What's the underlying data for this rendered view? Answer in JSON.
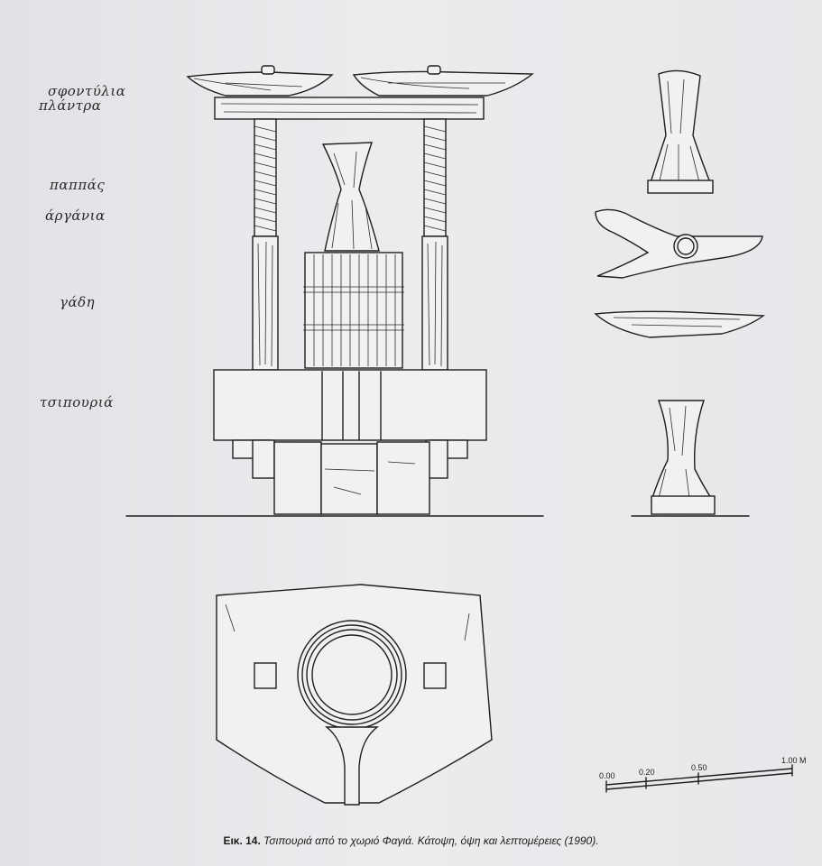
{
  "labels": {
    "sfontylia": "σφοντύλια",
    "plantra": "πλάντρα",
    "pappas": "παππάς",
    "argania": "άργάνια",
    "gadi": "γάδη",
    "tsipouria": "τσιπουριά"
  },
  "scale": {
    "tick_0": "0.00",
    "tick_1": "0.20",
    "tick_2": "0.50",
    "tick_3": "1.00 M"
  },
  "caption": {
    "figure": "Εικ. 14.",
    "text": "Τσιπουριά από το χωριό Φαγιά. Κάτοψη, όψη και λεπτομέρειες (1990)."
  }
}
